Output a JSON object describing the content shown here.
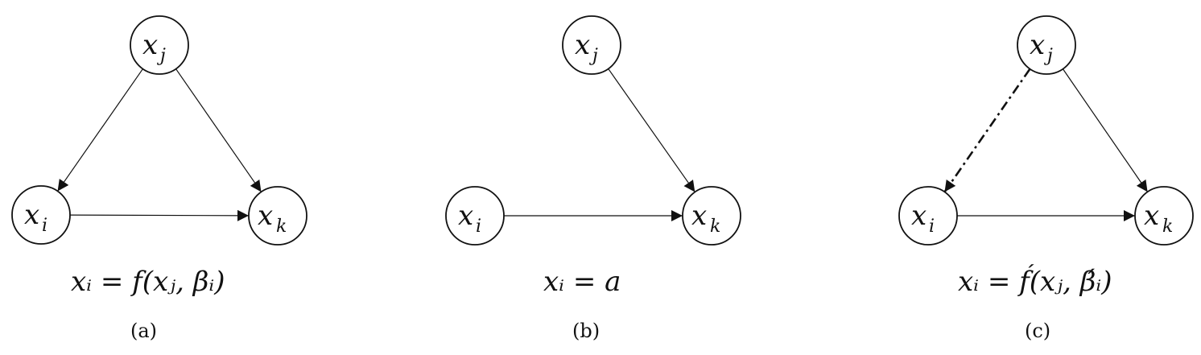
{
  "panels": [
    {
      "caption": "(a)",
      "equation": "xᵢ = f(xⱼ, βᵢ)",
      "nodes": {
        "top": {
          "var": "x",
          "sub": "j"
        },
        "left": {
          "var": "x",
          "sub": "i"
        },
        "right": {
          "var": "x",
          "sub": "k"
        }
      }
    },
    {
      "caption": "(b)",
      "equation": "xᵢ = a",
      "nodes": {
        "top": {
          "var": "x",
          "sub": "j"
        },
        "left": {
          "var": "x",
          "sub": "i"
        },
        "right": {
          "var": "x",
          "sub": "k"
        }
      }
    },
    {
      "caption": "(c)",
      "equation": "xᵢ = f́(xⱼ, β́ᵢ)",
      "nodes": {
        "top": {
          "var": "x",
          "sub": "j"
        },
        "left": {
          "var": "x",
          "sub": "i"
        },
        "right": {
          "var": "x",
          "sub": "k"
        }
      }
    }
  ],
  "edges": [
    {
      "panel": 0,
      "from": "top",
      "to": "left",
      "style": "solid"
    },
    {
      "panel": 0,
      "from": "top",
      "to": "right",
      "style": "solid"
    },
    {
      "panel": 0,
      "from": "left",
      "to": "right",
      "style": "solid"
    },
    {
      "panel": 1,
      "from": "top",
      "to": "right",
      "style": "solid"
    },
    {
      "panel": 1,
      "from": "left",
      "to": "right",
      "style": "solid"
    },
    {
      "panel": 2,
      "from": "top",
      "to": "left",
      "style": "dash-dot"
    },
    {
      "panel": 2,
      "from": "top",
      "to": "right",
      "style": "solid"
    },
    {
      "panel": 2,
      "from": "left",
      "to": "right",
      "style": "solid"
    }
  ]
}
